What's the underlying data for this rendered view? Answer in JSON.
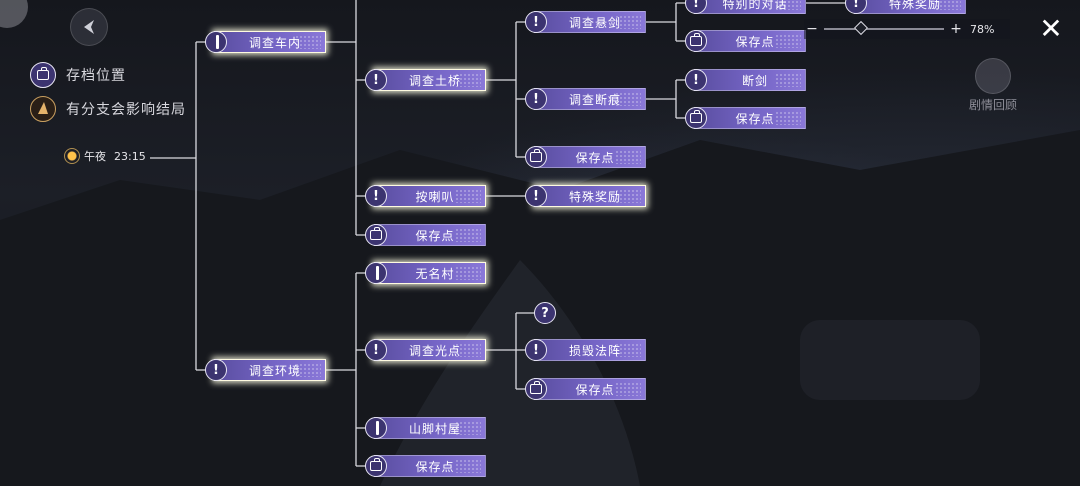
{
  "legend": {
    "save_label": "存档位置",
    "branch_label": "有分支会影响结局"
  },
  "time": {
    "period": "午夜",
    "clock": "23:15"
  },
  "zoom": {
    "percent_label": "78%",
    "value": 0.78,
    "minus": "−",
    "plus": "+"
  },
  "close": "✕",
  "review": {
    "label": "剧情回顾"
  },
  "nodes": {
    "car": "调查车内",
    "env": "调查环境",
    "bridge": "调查土桥",
    "horn": "按喇叭",
    "save_a": "保存点",
    "village": "无名村",
    "light": "调查光点",
    "hut": "山脚村屋",
    "save_b": "保存点",
    "sword": "调查悬剑",
    "trace": "调查断痕",
    "save_c": "保存点",
    "reward_a": "特殊奖励",
    "destroy": "损毁法阵",
    "save_d": "保存点",
    "special_dialog": "特别的对话",
    "save_e": "保存点",
    "broken_sword": "断剑",
    "save_f": "保存点",
    "reward_b": "特殊奖励",
    "unknown": "?"
  },
  "badges": {
    "info": "!"
  }
}
